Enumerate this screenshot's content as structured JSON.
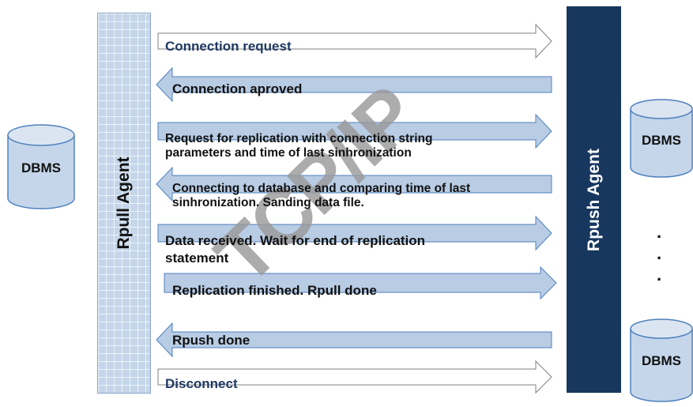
{
  "left_db": {
    "label": "DBMS"
  },
  "rpull": {
    "label": "Rpull Agent"
  },
  "rpush": {
    "label": "Rpush Agent"
  },
  "right_dbs": [
    {
      "label": "DBMS"
    },
    {
      "label": "DBMS"
    }
  ],
  "ellipsis": [
    ".",
    ".",
    "."
  ],
  "watermark": "TCP/IP",
  "messages": [
    {
      "direction": "right",
      "text": "Connection request"
    },
    {
      "direction": "left",
      "text": "Connection aproved"
    },
    {
      "direction": "right",
      "line1": "Request for replication with connection string",
      "line2": "parameters and time of last sinhronization"
    },
    {
      "direction": "left",
      "line1": "Connecting to database and comparing time of last",
      "line2": "sinhronization. Sanding data file."
    },
    {
      "direction": "right",
      "line1": "Data received.  Wait for end of replication",
      "line2": "statement"
    },
    {
      "direction": "right",
      "text": "Replication finished. Rpull done"
    },
    {
      "direction": "left",
      "text": "Rpush done"
    },
    {
      "direction": "right",
      "text": "Disconnect"
    }
  ],
  "colors": {
    "rpush_fill": "#17375e",
    "rpull_fill": "#c5d6ea",
    "arrow_blue": "#b8cce4",
    "arrow_white": "#ffffff",
    "text_blue": "#1f3864"
  }
}
